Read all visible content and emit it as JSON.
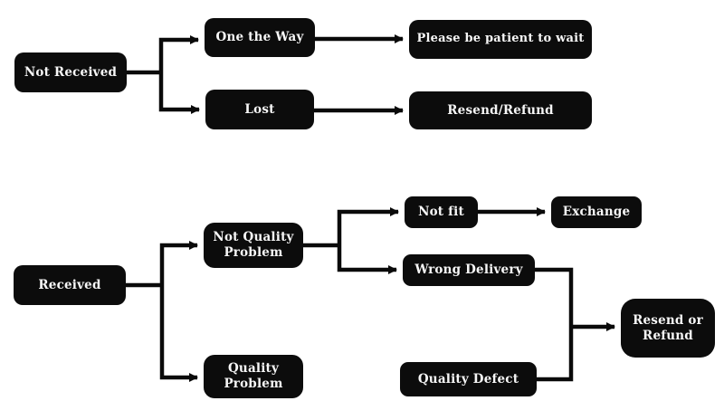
{
  "diagram": {
    "type": "flowchart",
    "background_color": "#ffffff",
    "node_color": "#0c0c0c",
    "node_text_color": "#f7f7f7",
    "line_color": "#0a0a0a",
    "nodes": {
      "not_received": {
        "label": "Not Received"
      },
      "one_the_way": {
        "label": "One the Way"
      },
      "lost": {
        "label": "Lost"
      },
      "please_wait": {
        "label": "Please be patient to wait"
      },
      "resend_refund": {
        "label": "Resend/Refund"
      },
      "received": {
        "label": "Received"
      },
      "not_quality_problem": {
        "label": "Not Quality Problem"
      },
      "quality_problem": {
        "label": "Quality Problem"
      },
      "not_fit": {
        "label": "Not fit"
      },
      "wrong_delivery": {
        "label": "Wrong Delivery"
      },
      "exchange": {
        "label": "Exchange"
      },
      "quality_defect": {
        "label": "Quality Defect"
      },
      "resend_or_refund": {
        "label": "Resend or Refund"
      }
    },
    "edges": [
      {
        "from": "not_received",
        "to": "one_the_way"
      },
      {
        "from": "not_received",
        "to": "lost"
      },
      {
        "from": "one_the_way",
        "to": "please_wait"
      },
      {
        "from": "lost",
        "to": "resend_refund"
      },
      {
        "from": "received",
        "to": "not_quality_problem"
      },
      {
        "from": "received",
        "to": "quality_problem"
      },
      {
        "from": "not_quality_problem",
        "to": "not_fit"
      },
      {
        "from": "not_quality_problem",
        "to": "wrong_delivery"
      },
      {
        "from": "not_fit",
        "to": "exchange"
      },
      {
        "from": "wrong_delivery",
        "to": "resend_or_refund"
      },
      {
        "from": "quality_problem",
        "to": "quality_defect"
      },
      {
        "from": "quality_defect",
        "to": "resend_or_refund"
      }
    ]
  }
}
